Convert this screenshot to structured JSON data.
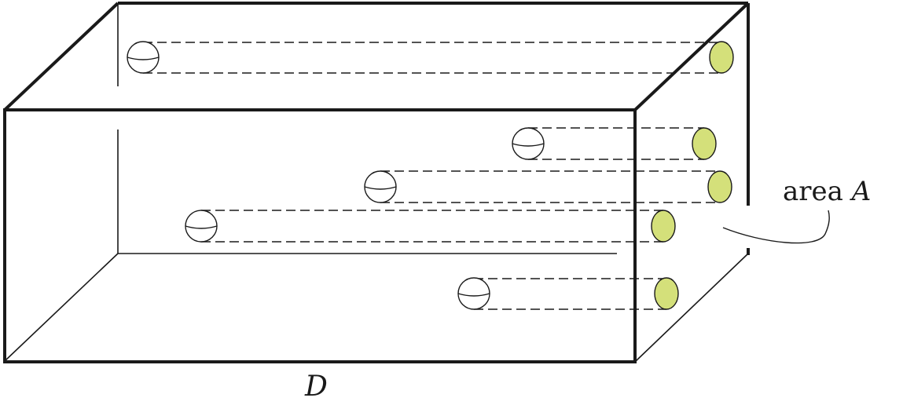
{
  "labels": {
    "area_word": "area",
    "area_symbol": "A",
    "dimension": "D"
  },
  "colors": {
    "stroke": "#1a1a1a",
    "ball_fill": "#ffffff",
    "impact_fill": "#d4e07a"
  },
  "molecule_count": 5
}
